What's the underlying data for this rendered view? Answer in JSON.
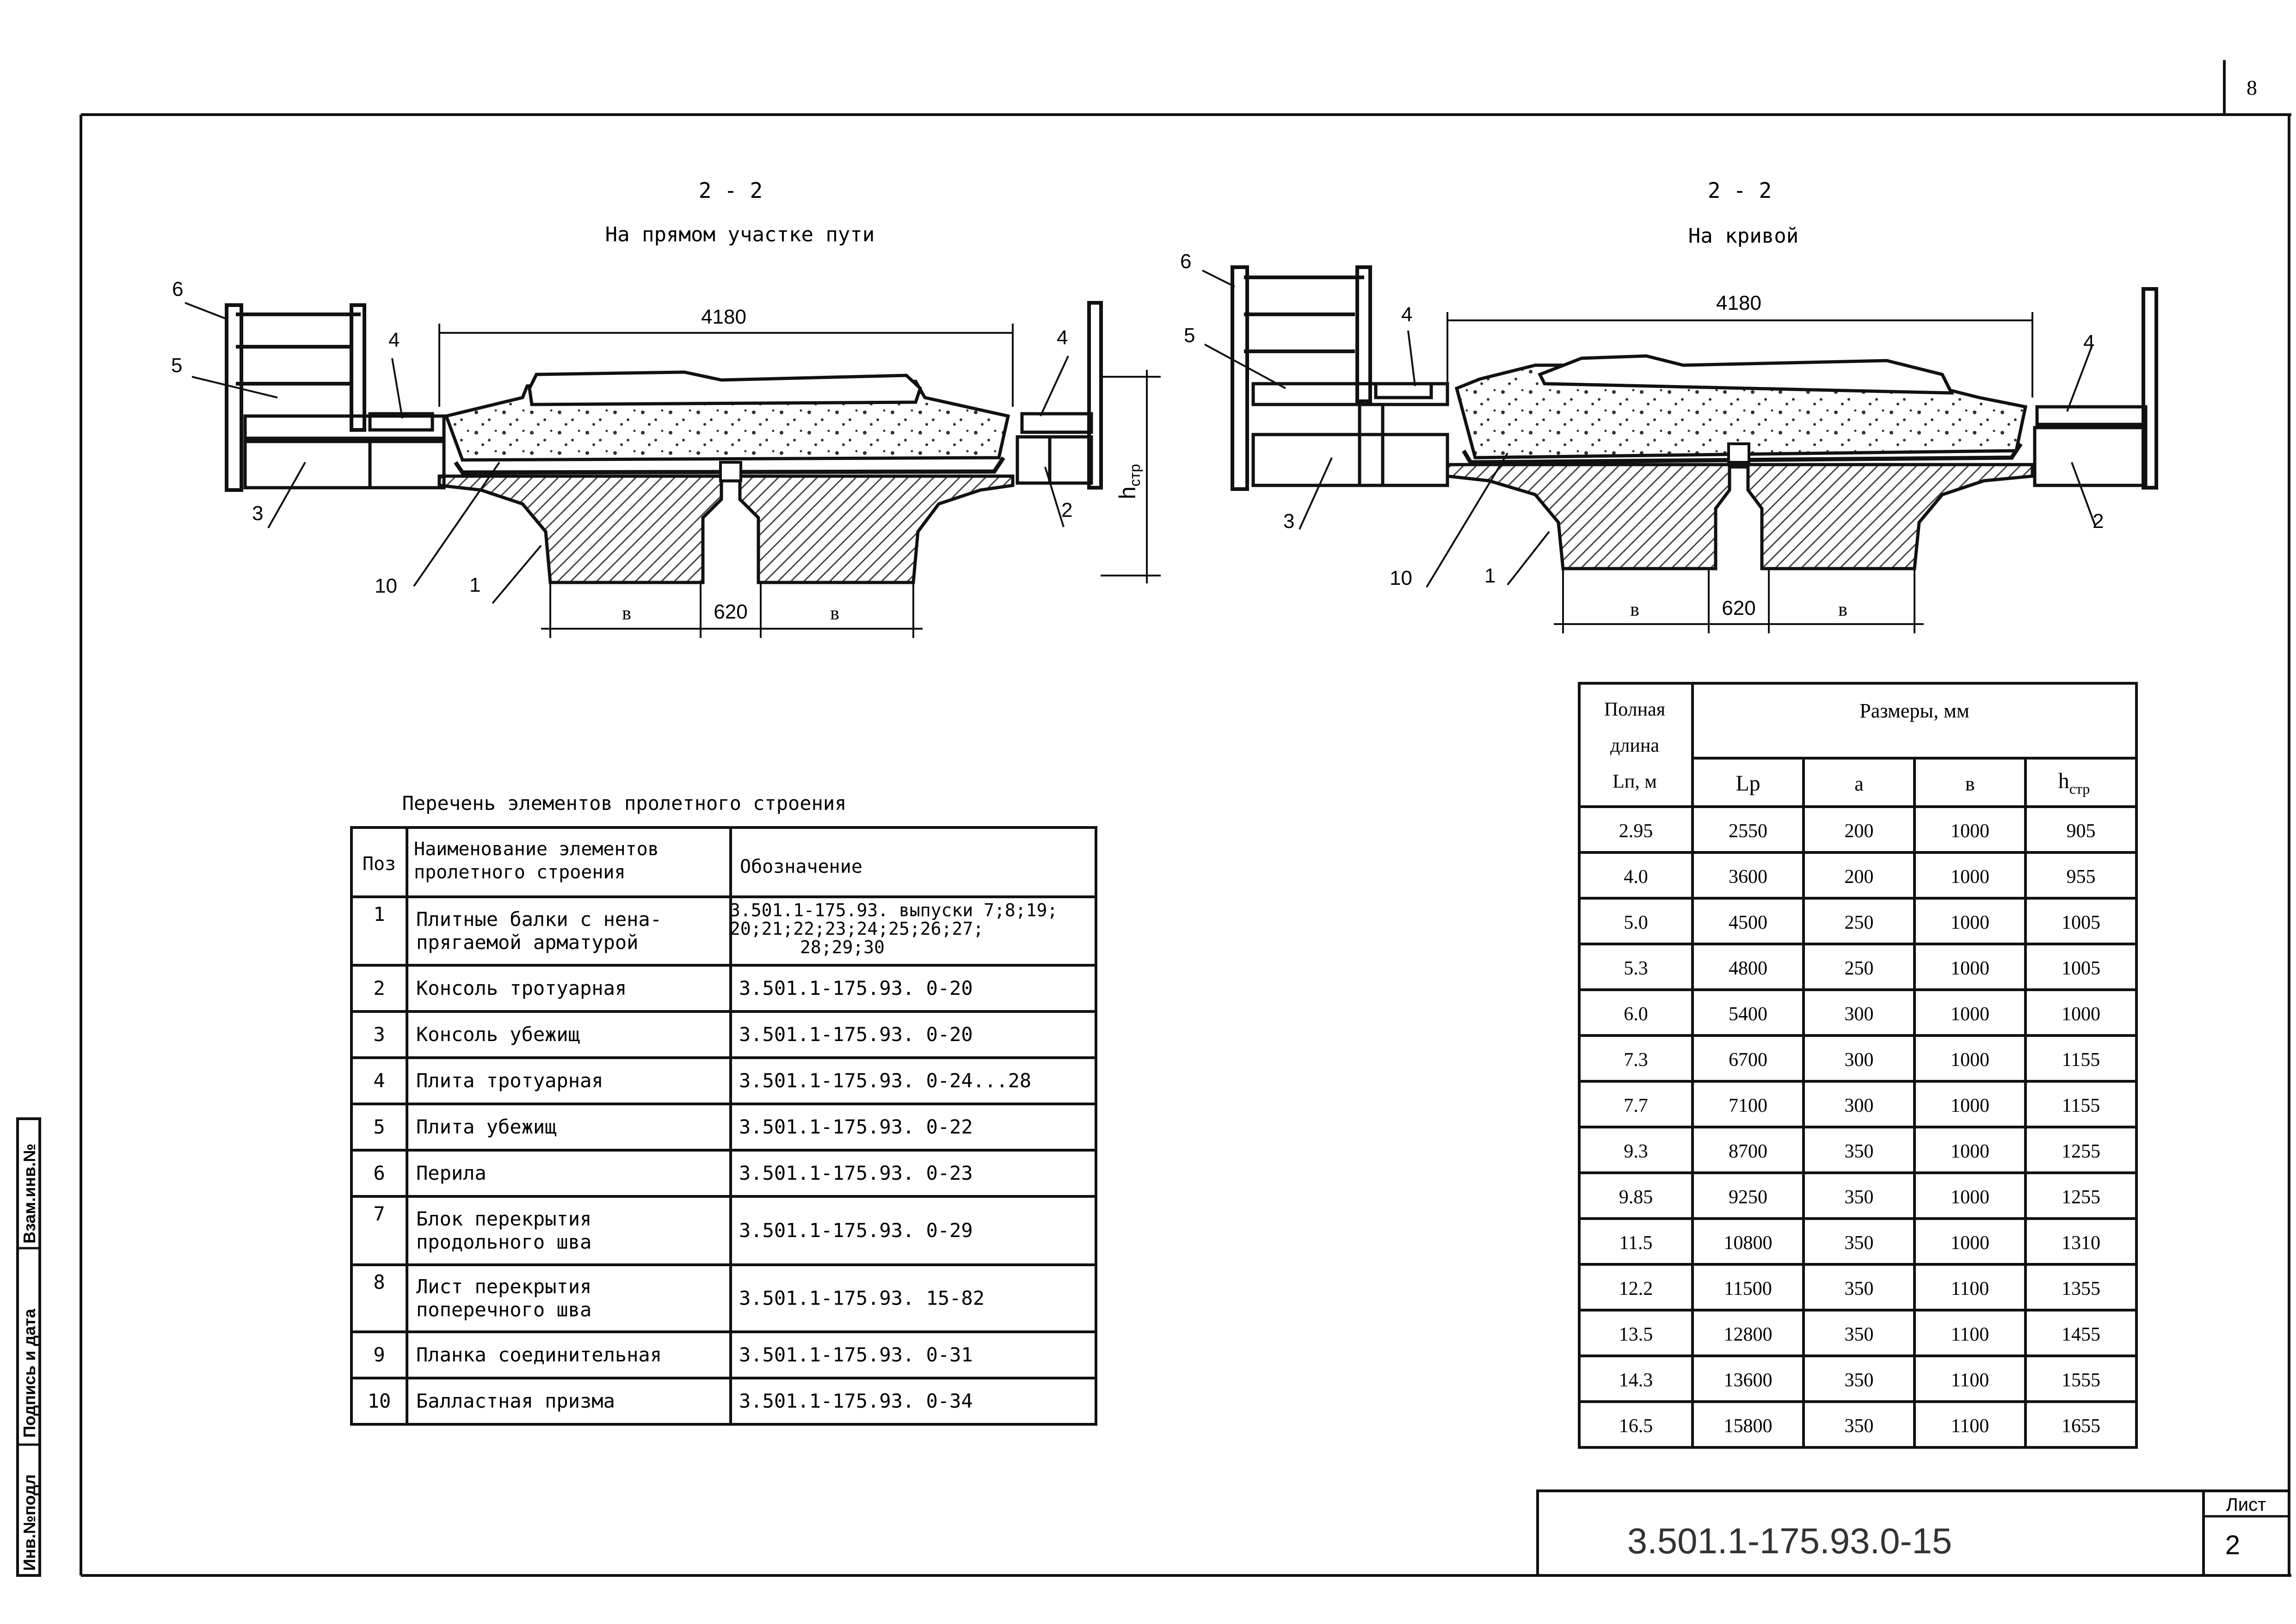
{
  "page_number": "8",
  "left_section": {
    "title": "2 - 2",
    "subtitle": "На прямом участке пути",
    "dim_top": "4180",
    "dim_mid": "620",
    "dim_b_left": "в",
    "dim_b_right": "в",
    "h_label": "h",
    "h_sub": "стр",
    "callouts": [
      "6",
      "5",
      "4",
      "4",
      "3",
      "2",
      "10",
      "1"
    ]
  },
  "right_section": {
    "title": "2 - 2",
    "subtitle": "На кривой",
    "dim_top": "4180",
    "dim_mid": "620",
    "dim_b_left": "в",
    "dim_b_right": "в",
    "callouts": [
      "6",
      "5",
      "4",
      "4",
      "3",
      "2",
      "10",
      "1"
    ]
  },
  "elements_table": {
    "title": "Перечень элементов пролетного строения",
    "headers": [
      "Поз",
      "Наименование элементов",
      "пролетного строения",
      "Обозначение"
    ],
    "rows": [
      {
        "pos": "1",
        "name": [
          "Плитные балки с нена-",
          "прягаемой арматурой"
        ],
        "code": [
          "3.501.1-175.93. выпуски 7;8;19;",
          "20;21;22;23;24;25;26;27;",
          "28;29;30"
        ]
      },
      {
        "pos": "2",
        "name": [
          "Консоль тротуарная"
        ],
        "code": [
          "3.501.1-175.93. 0-20"
        ]
      },
      {
        "pos": "3",
        "name": [
          "Консоль убежищ"
        ],
        "code": [
          "3.501.1-175.93. 0-20"
        ]
      },
      {
        "pos": "4",
        "name": [
          "Плита тротуарная"
        ],
        "code": [
          "3.501.1-175.93. 0-24...28"
        ]
      },
      {
        "pos": "5",
        "name": [
          "Плита убежищ"
        ],
        "code": [
          "3.501.1-175.93. 0-22"
        ]
      },
      {
        "pos": "6",
        "name": [
          "Перила"
        ],
        "code": [
          "3.501.1-175.93. 0-23"
        ]
      },
      {
        "pos": "7",
        "name": [
          "Блок перекрытия",
          "продольного шва"
        ],
        "code": [
          "3.501.1-175.93. 0-29"
        ]
      },
      {
        "pos": "8",
        "name": [
          "Лист перекрытия",
          "поперечного шва"
        ],
        "code": [
          "3.501.1-175.93. 15-82"
        ]
      },
      {
        "pos": "9",
        "name": [
          "Планка соединительная"
        ],
        "code": [
          "3.501.1-175.93. 0-31"
        ]
      },
      {
        "pos": "10",
        "name": [
          "Балластная призма"
        ],
        "code": [
          "3.501.1-175.93. 0-34"
        ]
      }
    ]
  },
  "sizes_table": {
    "header_full_length": [
      "Полная",
      "длина",
      "Lп, м"
    ],
    "header_sizes": "Размеры, мм",
    "columns": [
      "Lр",
      "а",
      "в",
      "h",
      "стр"
    ],
    "rows": [
      [
        "2.95",
        "2550",
        "200",
        "1000",
        "905"
      ],
      [
        "4.0",
        "3600",
        "200",
        "1000",
        "955"
      ],
      [
        "5.0",
        "4500",
        "250",
        "1000",
        "1005"
      ],
      [
        "5.3",
        "4800",
        "250",
        "1000",
        "1005"
      ],
      [
        "6.0",
        "5400",
        "300",
        "1000",
        "1000"
      ],
      [
        "7.3",
        "6700",
        "300",
        "1000",
        "1155"
      ],
      [
        "7.7",
        "7100",
        "300",
        "1000",
        "1155"
      ],
      [
        "9.3",
        "8700",
        "350",
        "1000",
        "1255"
      ],
      [
        "9.85",
        "9250",
        "350",
        "1000",
        "1255"
      ],
      [
        "11.5",
        "10800",
        "350",
        "1000",
        "1310"
      ],
      [
        "12.2",
        "11500",
        "350",
        "1100",
        "1355"
      ],
      [
        "13.5",
        "12800",
        "350",
        "1100",
        "1455"
      ],
      [
        "14.3",
        "13600",
        "350",
        "1100",
        "1555"
      ],
      [
        "16.5",
        "15800",
        "350",
        "1100",
        "1655"
      ]
    ]
  },
  "stamp": {
    "code": "3.501.1-175.93.0-15",
    "sheet_label": "Лист",
    "sheet_number": "2"
  },
  "side_stamp": {
    "inv_podl": "Инв.№подл",
    "sign_date": "Подпись и дата",
    "vzam_inv": "Взам.инв.№"
  }
}
